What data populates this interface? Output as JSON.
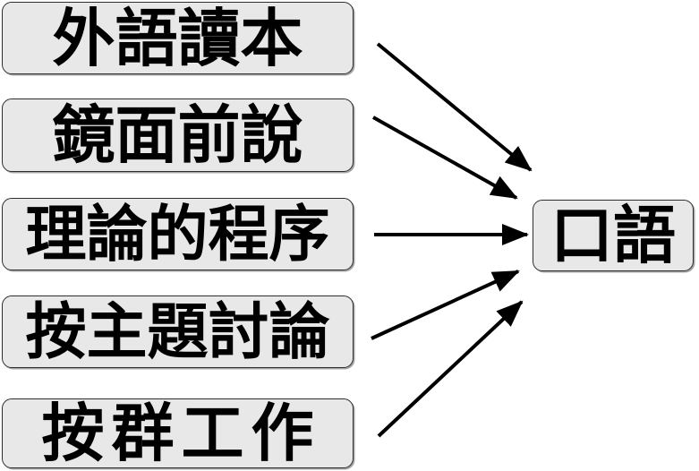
{
  "diagram": {
    "title": "oral-language methods diagram",
    "colors": {
      "background": "#ffffff",
      "box_fill": "#e8e8e8",
      "box_border": "#2e2e2e",
      "text": "#000000",
      "arrow": "#000000"
    },
    "sources": [
      {
        "label": "外語讀本"
      },
      {
        "label": "鏡面前說"
      },
      {
        "label": "理論的程序"
      },
      {
        "label": "按主題討論"
      },
      {
        "label": "按群工作"
      }
    ],
    "target": {
      "label": "口語"
    },
    "connections": [
      {
        "from": "外語讀本",
        "to": "口語"
      },
      {
        "from": "鏡面前說",
        "to": "口語"
      },
      {
        "from": "理論的程序",
        "to": "口語"
      },
      {
        "from": "按主題討論",
        "to": "口語"
      },
      {
        "from": "按群工作",
        "to": "口語"
      }
    ]
  }
}
